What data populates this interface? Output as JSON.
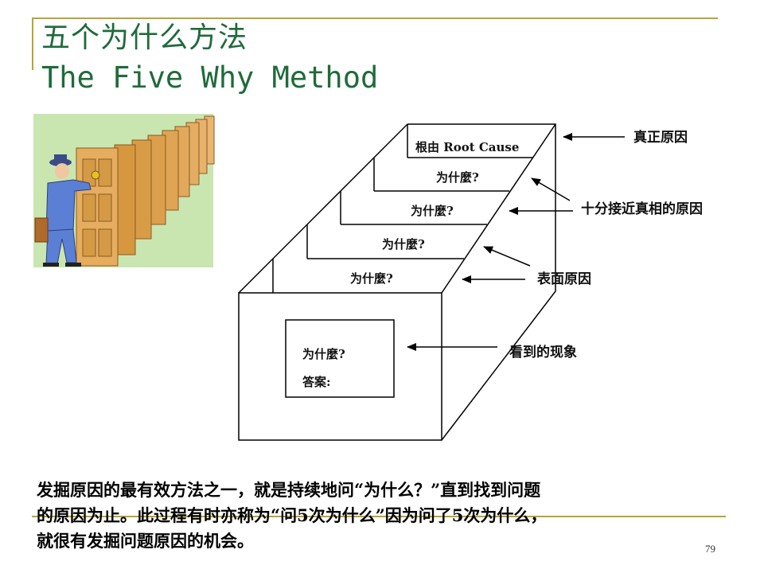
{
  "slide": {
    "title_cn": "五个为什么方法",
    "title_en": "The Five Why Method",
    "page_number": "79"
  },
  "diagram": {
    "levels": [
      {
        "label": "根由 Root Cause"
      },
      {
        "label": "为什麼?"
      },
      {
        "label": "为什麼?"
      },
      {
        "label": "为什麼?"
      },
      {
        "label": "为什麼?"
      }
    ],
    "front_box": {
      "question": "为什麼?",
      "answer_label": "答案:"
    },
    "annotations": {
      "true_cause": "真正原因",
      "near_true_cause": "十分接近真相的原因",
      "surface_cause": "表面原因",
      "observed": "看到的现象"
    }
  },
  "caption": {
    "line1": "发掘原因的最有效方法之一，就是持续地问“为什么？”直到找到问题",
    "line2": "的原因为止。此过程有时亦称为“问5次为什么”因为问了5次为什么，",
    "line3": "就很有发掘问题原因的机会。"
  },
  "colors": {
    "title": "#1f6b3a",
    "accent_line": "#b5a53a",
    "illustration_bg": "#c9e6b0"
  },
  "illustration": {
    "icon": "man-opening-doors-illustration"
  }
}
